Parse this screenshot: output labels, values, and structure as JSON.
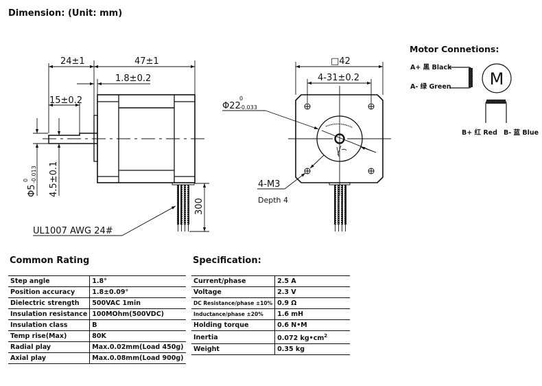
{
  "title": "Dimension: (Unit: mm)",
  "side_view": {
    "dim_shaft_extension": "24±1",
    "dim_body_length": "47±1",
    "dim_boss_height": "1.8±0.2",
    "dim_flat_length": "15±0.2",
    "dim_shaft_diameter": "Φ5",
    "dim_shaft_diameter_upper_tol": "0",
    "dim_shaft_diameter_lower_tol": "-0.013",
    "dim_flat_depth": "4.5±0.1",
    "dim_lead_length": "300",
    "lead_wire_spec": "UL1007 AWG 24#"
  },
  "front_view": {
    "dim_square": "□42",
    "dim_hole_spacing": "4-31±0.2",
    "dim_boss_diameter": "Φ22",
    "dim_boss_upper_tol": "0",
    "dim_boss_lower_tol": "-0.033",
    "hole_spec": "4-M3",
    "hole_depth": "Depth 4"
  },
  "motor_connections": {
    "title": "Motor Connetions:",
    "motor_symbol": "M",
    "wires": [
      {
        "pin": "A+",
        "cn": "黑",
        "color": "Black"
      },
      {
        "pin": "A-",
        "cn": "绿",
        "color": "Green"
      },
      {
        "pin": "B+",
        "cn": "红",
        "color": "Red"
      },
      {
        "pin": "B-",
        "cn": "蓝",
        "color": "Blue"
      }
    ]
  },
  "common_rating": {
    "title": "Common Rating",
    "rows": [
      {
        "k": "Step angle",
        "v": "1.8°"
      },
      {
        "k": "Position accuracy",
        "v": "1.8±0.09°"
      },
      {
        "k": "Dielectric strength",
        "v": "500VAC 1min"
      },
      {
        "k": "Insulation resistance",
        "v": "100MOhm(500VDC)"
      },
      {
        "k": "Insulation class",
        "v": "B"
      },
      {
        "k": "Temp rise(Max)",
        "v": "80K"
      },
      {
        "k": "Radial play",
        "v": "Max.0.02mm(Load 450g)"
      },
      {
        "k": "Axial play",
        "v": "Max.0.08mm(Load 900g)"
      }
    ]
  },
  "specification": {
    "title": "Specification:",
    "rows": [
      {
        "k": "Current/phase",
        "v": "2.5 A"
      },
      {
        "k": "Voltage",
        "v": "2.3 V"
      },
      {
        "k": "DC Resistance/phase ±10%",
        "v": "0.9 Ω"
      },
      {
        "k": "Inductance/phase ±20%",
        "v": "1.6 mH"
      },
      {
        "k": "Holding torque",
        "v": "0.6 N•M"
      },
      {
        "k": "Inertia",
        "v": "0.072 kg•cm",
        "sup": "2"
      },
      {
        "k": "Weight",
        "v": "0.35 kg"
      }
    ]
  }
}
